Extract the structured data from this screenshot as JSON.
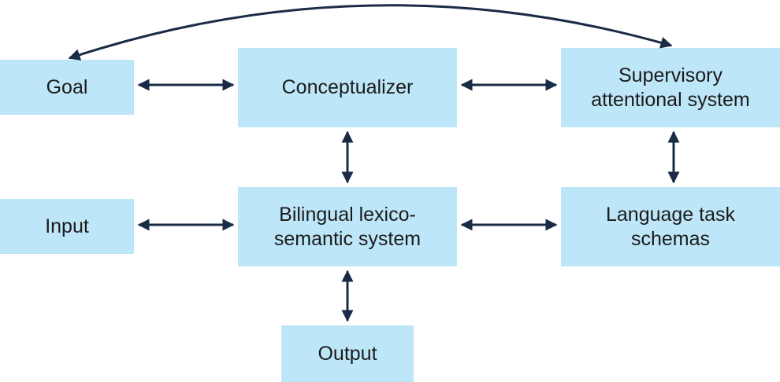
{
  "diagram": {
    "nodes": {
      "goal": {
        "label": "Goal"
      },
      "conceptualizer": {
        "label": "Conceptualizer"
      },
      "supervisory": {
        "label": "Supervisory\nattentional system"
      },
      "input": {
        "label": "Input"
      },
      "lexico": {
        "label": "Bilingual lexico-\nsemantic system"
      },
      "schemas": {
        "label": "Language task\nschemas"
      },
      "output": {
        "label": "Output"
      }
    },
    "edges": [
      {
        "from": "goal",
        "to": "conceptualizer",
        "direction": "both"
      },
      {
        "from": "conceptualizer",
        "to": "supervisory",
        "direction": "both"
      },
      {
        "from": "conceptualizer",
        "to": "lexico",
        "direction": "both"
      },
      {
        "from": "supervisory",
        "to": "schemas",
        "direction": "both"
      },
      {
        "from": "input",
        "to": "lexico",
        "direction": "both"
      },
      {
        "from": "lexico",
        "to": "schemas",
        "direction": "both"
      },
      {
        "from": "lexico",
        "to": "output",
        "direction": "both"
      },
      {
        "from": "goal",
        "to": "supervisory",
        "direction": "both",
        "style": "arc"
      }
    ],
    "colors": {
      "node_fill": "#bde6f8",
      "arrow": "#1a2b45",
      "text": "#1b1b1b"
    }
  }
}
